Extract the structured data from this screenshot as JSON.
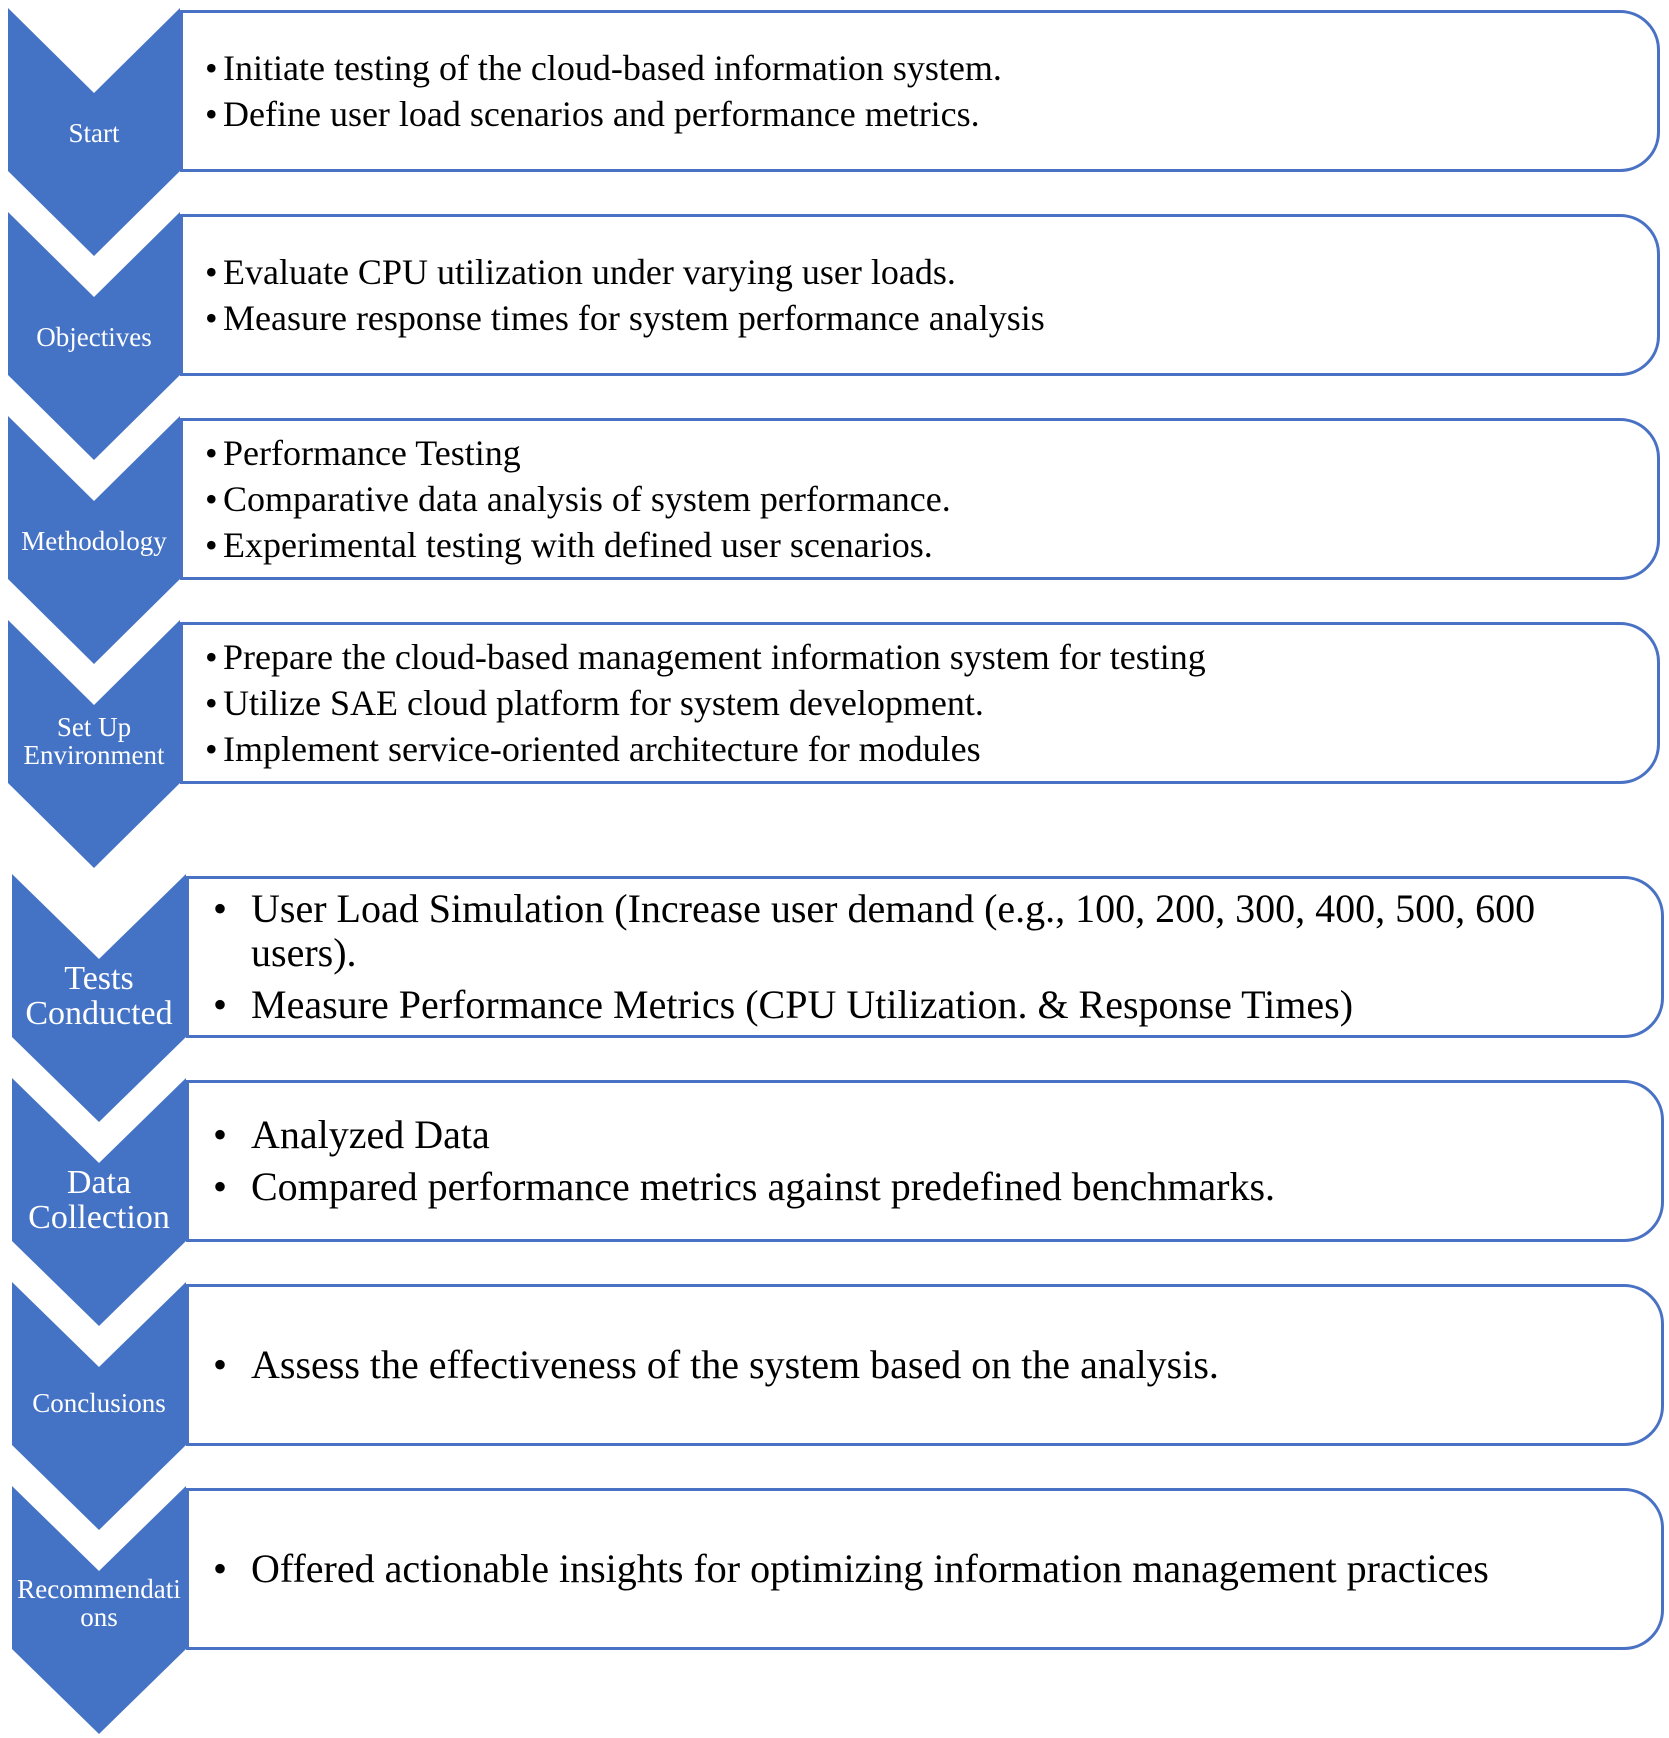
{
  "colors": {
    "chevron_fill": "#4472c4",
    "box_border": "#4a72c4",
    "label_text": "#ffffff",
    "body_text": "#000000"
  },
  "bullet_symbol": "•",
  "steps": [
    {
      "label": "Start",
      "bullets": [
        "Initiate testing of the cloud-based information system.",
        "Define user load scenarios and performance metrics."
      ]
    },
    {
      "label": "Objectives",
      "bullets": [
        "Evaluate CPU utilization under varying user loads.",
        "Measure response times for system performance analysis"
      ]
    },
    {
      "label": "Methodology",
      "bullets": [
        "Performance Testing",
        "Comparative data analysis of system performance.",
        "Experimental testing with defined user scenarios."
      ]
    },
    {
      "label": "Set Up Environment",
      "bullets": [
        "Prepare the cloud-based management information system for testing",
        "Utilize SAE cloud platform for system development.",
        "Implement service-oriented architecture for modules"
      ]
    },
    {
      "label": "Tests Conducted",
      "bullets": [
        "User Load Simulation (Increase user demand (e.g., 100, 200, 300, 400, 500, 600 users).",
        "Measure Performance Metrics (CPU Utilization. & Response Times)"
      ]
    },
    {
      "label": "Data Collection",
      "bullets": [
        "Analyzed Data",
        "Compared performance metrics against predefined benchmarks."
      ]
    },
    {
      "label": "Conclusions",
      "bullets": [
        "Assess the effectiveness of the system based on the analysis."
      ]
    },
    {
      "label": "Recommendations",
      "bullets": [
        "Offered actionable insights for optimizing information management practices"
      ]
    }
  ]
}
